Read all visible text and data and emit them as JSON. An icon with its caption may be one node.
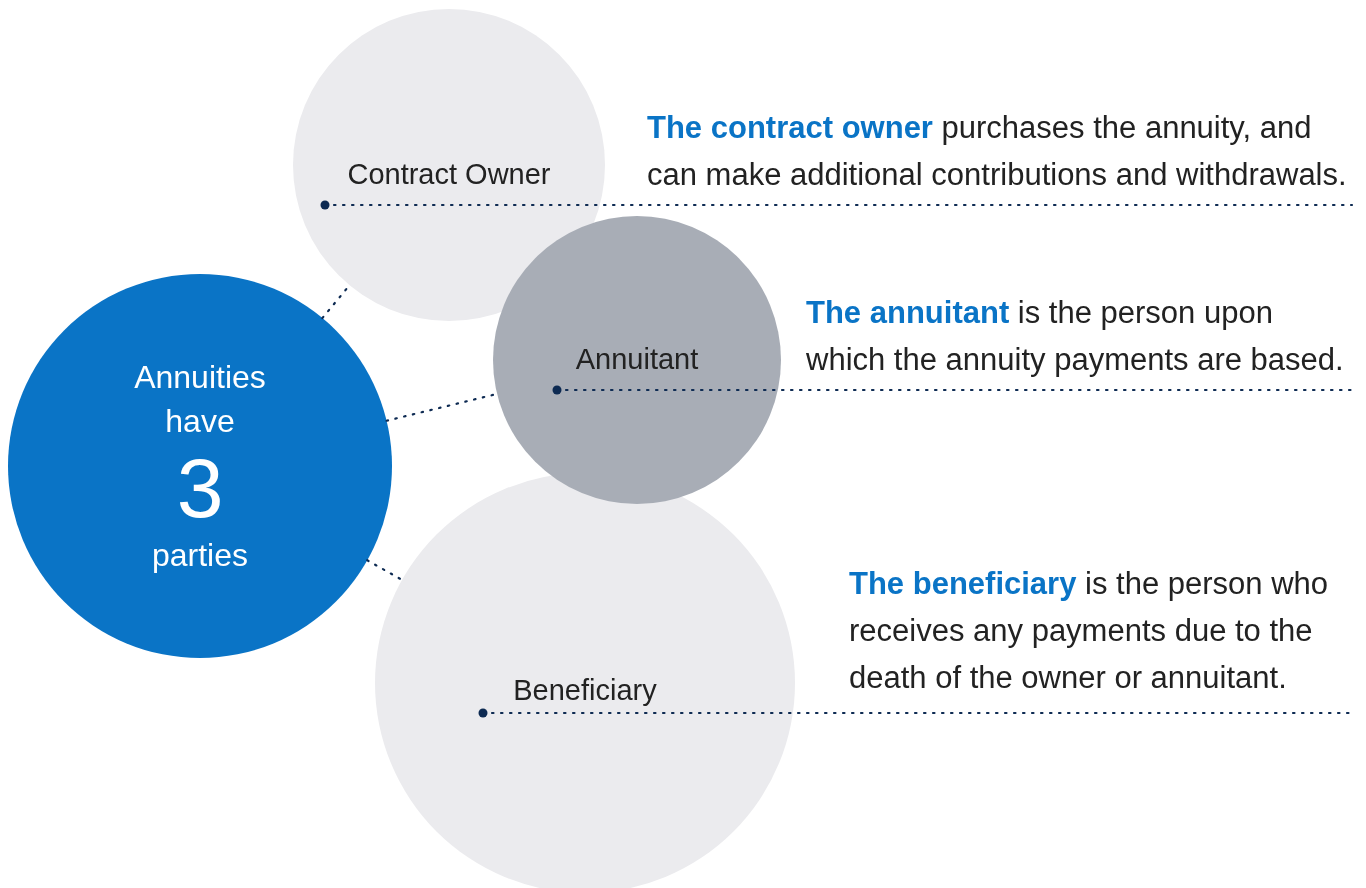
{
  "diagram": {
    "nodes": [
      {
        "text": [
          "Annuities have",
          "3",
          "parties"
        ]
      },
      {
        "text": [
          "Contract Owner"
        ],
        "beside": [
          "**The contract owner** purchases the annuity, and can make additional contributions and withdrawals."
        ]
      },
      {
        "text": [
          "Annuitant"
        ],
        "beside": [
          "**The annuitant** is the person upon which the annuity payments are based."
        ]
      },
      {
        "text": [
          "Beneficiary"
        ],
        "beside": [
          "**The beneficiary** is the person who receives any payments due to the death of the owner or annuitant."
        ]
      }
    ],
    "edges": [
      {
        "from": 0,
        "to": 1,
        "arrow": "none",
        "style": "dashed"
      },
      {
        "from": 0,
        "to": 2,
        "arrow": "none",
        "style": "dashed"
      },
      {
        "from": 0,
        "to": 3,
        "arrow": "none",
        "style": "dashed"
      },
      {
        "from": 1,
        "to": null,
        "arrow": "other",
        "style": "dashed"
      },
      {
        "from": 2,
        "to": null,
        "arrow": "other",
        "style": "dashed"
      },
      {
        "from": 3,
        "to": null,
        "arrow": "other",
        "style": "dashed"
      }
    ]
  }
}
